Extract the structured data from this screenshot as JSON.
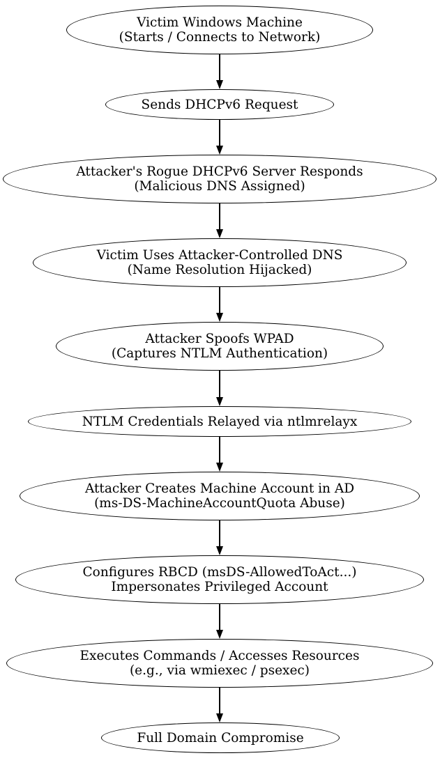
{
  "diagram": {
    "type": "flowchart",
    "background_color": "#ffffff",
    "node_fill_color": "#ffffff",
    "node_stroke_color": "#000000",
    "text_color": "#000000",
    "arrow_color": "#000000",
    "nodes": [
      {
        "id": "victim-windows-machine",
        "lines": [
          "Victim Windows Machine",
          "(Starts / Connects to Network)"
        ]
      },
      {
        "id": "sends-dhcpv6-request",
        "lines": [
          "Sends DHCPv6 Request"
        ]
      },
      {
        "id": "rogue-dhcpv6-server",
        "lines": [
          "Attacker's Rogue DHCPv6 Server Responds",
          "(Malicious DNS Assigned)"
        ]
      },
      {
        "id": "attacker-controlled-dns",
        "lines": [
          "Victim Uses Attacker-Controlled DNS",
          "(Name Resolution Hijacked)"
        ]
      },
      {
        "id": "wpad-spoof",
        "lines": [
          "Attacker Spoofs WPAD",
          "(Captures NTLM Authentication)"
        ]
      },
      {
        "id": "ntlm-relay",
        "lines": [
          "NTLM Credentials Relayed via ntlmrelayx"
        ]
      },
      {
        "id": "machine-account-creation",
        "lines": [
          "Attacker Creates Machine Account in AD",
          "(ms-DS-MachineAccountQuota Abuse)"
        ]
      },
      {
        "id": "rbcd-configuration",
        "lines": [
          "Configures RBCD (msDS-AllowedToAct...)",
          "Impersonates Privileged Account"
        ]
      },
      {
        "id": "command-execution",
        "lines": [
          "Executes Commands / Accesses Resources",
          "(e.g., via wmiexec / psexec)"
        ]
      },
      {
        "id": "full-domain-compromise",
        "lines": [
          "Full Domain Compromise"
        ]
      }
    ],
    "edges": [
      {
        "from": "victim-windows-machine",
        "to": "sends-dhcpv6-request"
      },
      {
        "from": "sends-dhcpv6-request",
        "to": "rogue-dhcpv6-server"
      },
      {
        "from": "rogue-dhcpv6-server",
        "to": "attacker-controlled-dns"
      },
      {
        "from": "attacker-controlled-dns",
        "to": "wpad-spoof"
      },
      {
        "from": "wpad-spoof",
        "to": "ntlm-relay"
      },
      {
        "from": "ntlm-relay",
        "to": "machine-account-creation"
      },
      {
        "from": "machine-account-creation",
        "to": "rbcd-configuration"
      },
      {
        "from": "rbcd-configuration",
        "to": "command-execution"
      },
      {
        "from": "command-execution",
        "to": "full-domain-compromise"
      }
    ]
  }
}
